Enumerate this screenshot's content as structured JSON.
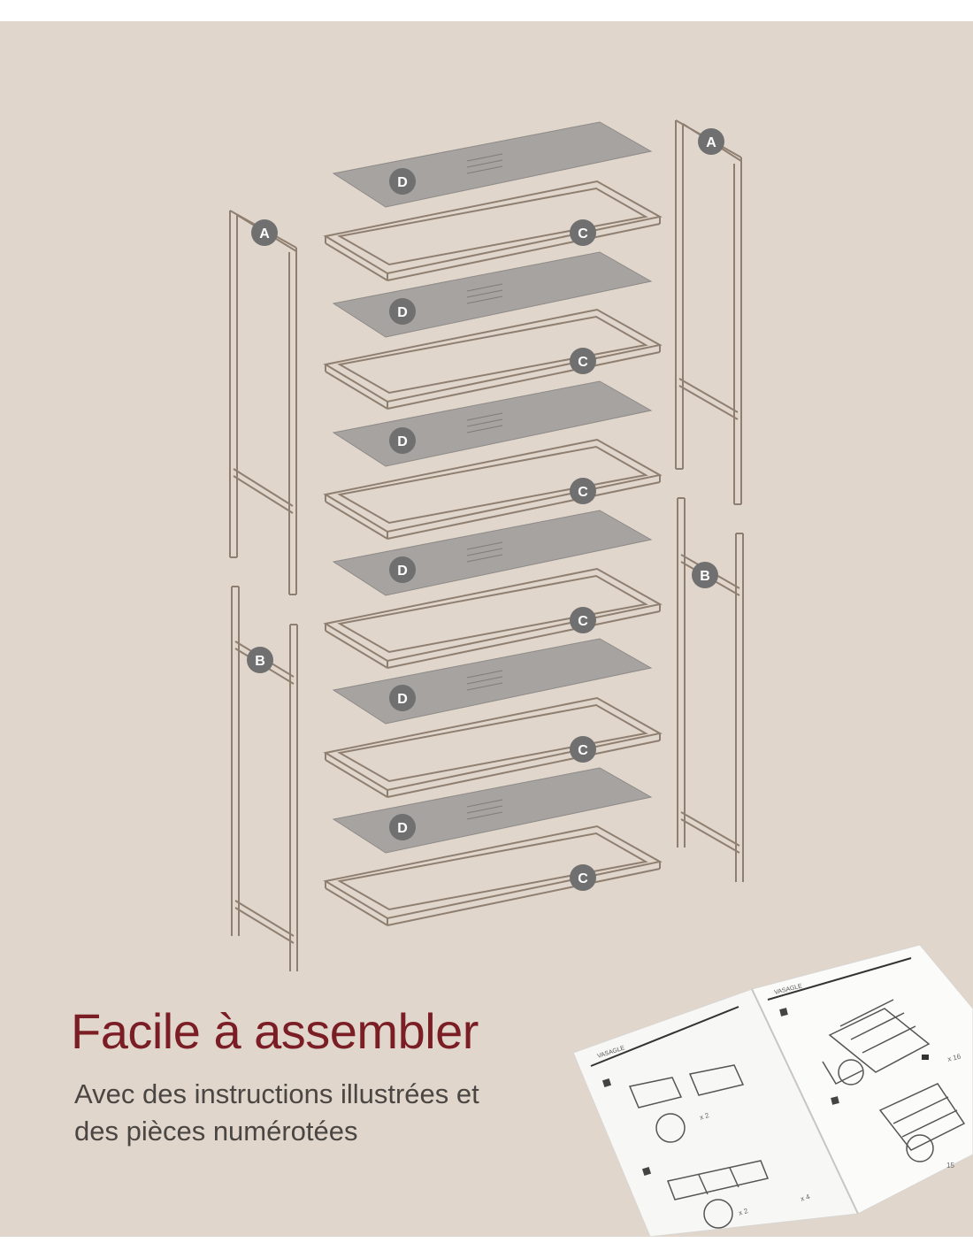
{
  "headline": "Facile à assembler",
  "subline": {
    "line1": "Avec des instructions illustrées et",
    "line2": "des pièces numérotées"
  },
  "parts": {
    "frame_side": "A",
    "frame_leg": "B",
    "shelf_frame": "C",
    "shelf_board": "D"
  },
  "manual": {
    "brand": "VASAGLE",
    "qty_x2": "x 2",
    "qty_x4": "x 4",
    "qty_x16": "x 16",
    "page": "15"
  },
  "colors": {
    "background": "#e1d6cc",
    "headline": "#7a1d24",
    "subline": "#4a4643",
    "badge": "#707070",
    "board": "#a6a3a0",
    "frame_stroke": "#8f7f70"
  }
}
